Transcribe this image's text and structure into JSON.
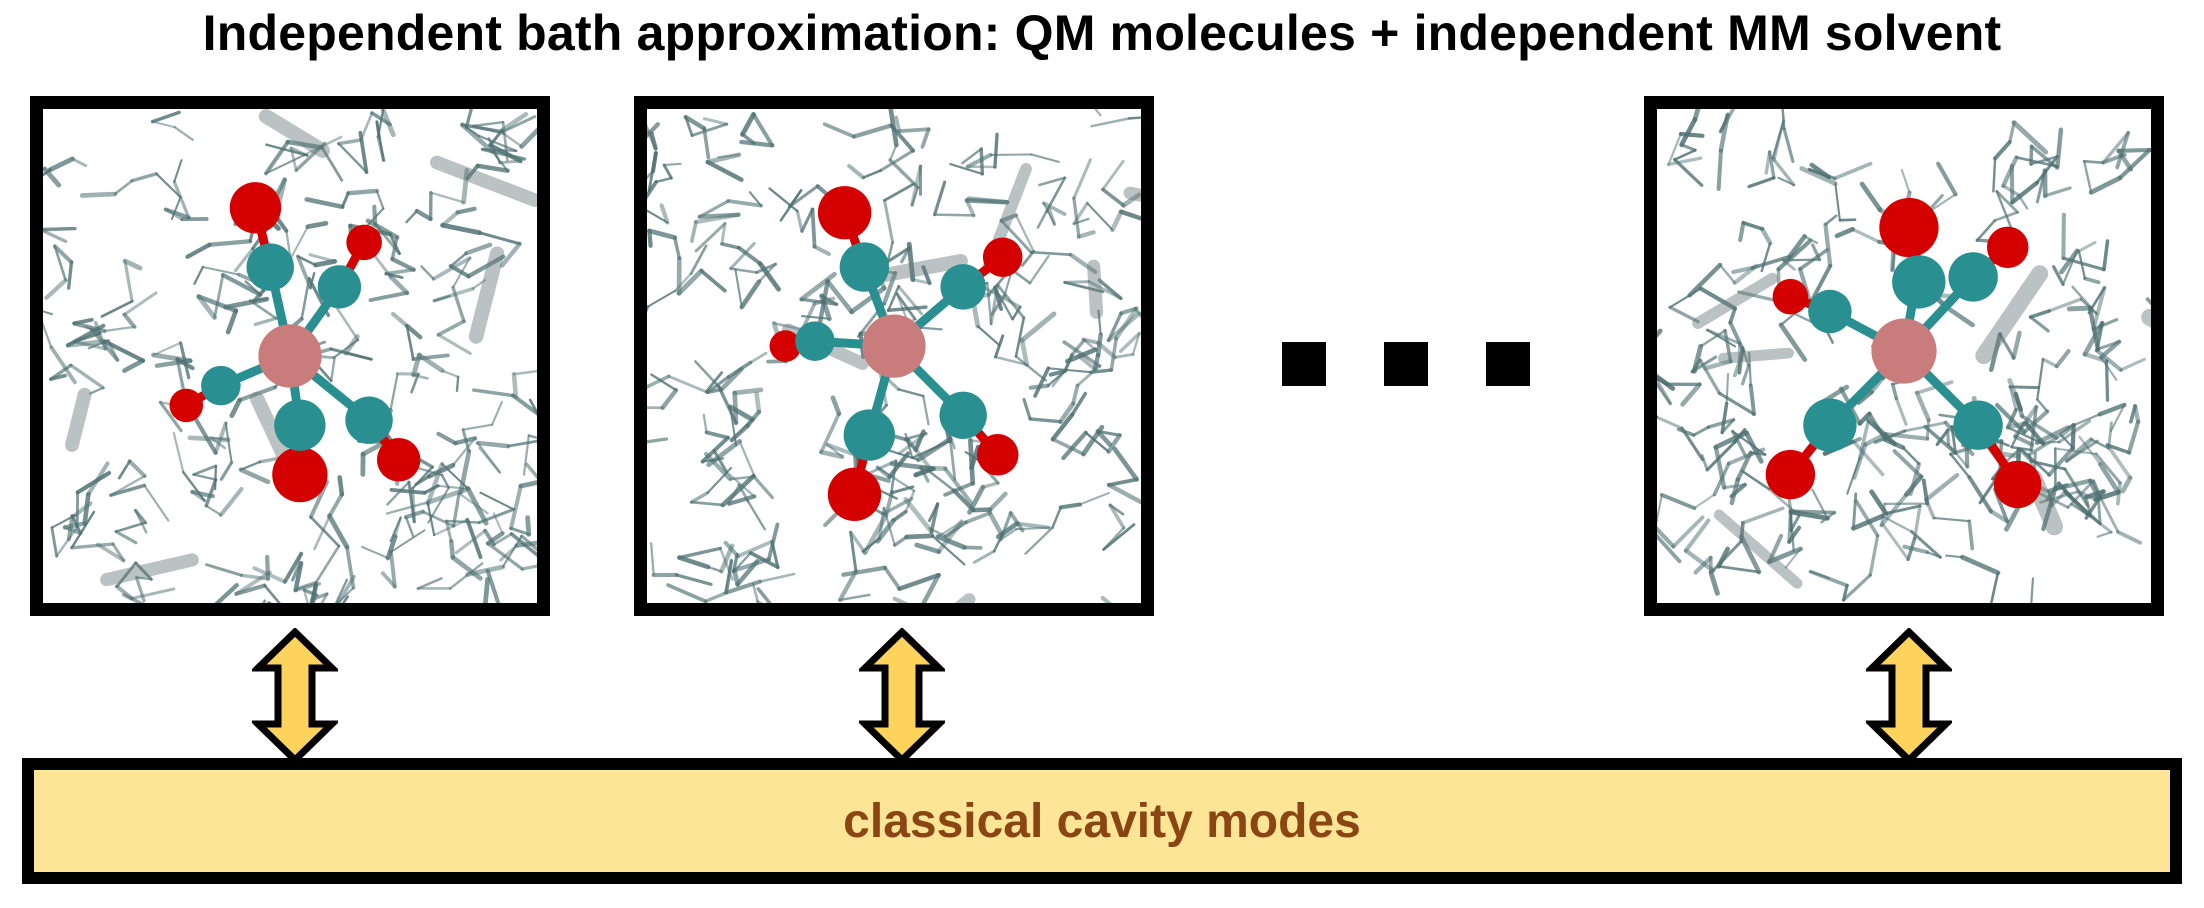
{
  "title": "Independent bath approximation: QM molecules + independent MM solvent",
  "cavity_label": "classical cavity modes",
  "ellipsis_count": 3,
  "colors": {
    "metal": "#c97c7c",
    "carbon": "#2a8f90",
    "oxygen": "#d40000",
    "solvent": "#4f7173",
    "arrow_fill": "#fdd35c",
    "cavity_fill": "#fde597",
    "cavity_text": "#8b4513"
  },
  "icons": [
    "double-arrow-icon"
  ]
}
